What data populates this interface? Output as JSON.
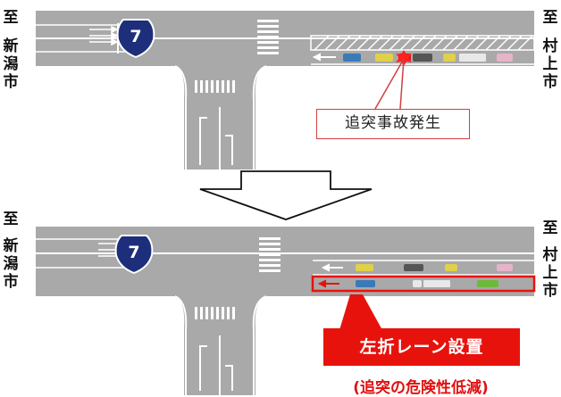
{
  "left_label_top": [
    "至",
    "新",
    "潟",
    "市"
  ],
  "right_label_top": [
    "至",
    "村",
    "上",
    "市"
  ],
  "left_label_bottom": [
    "至",
    "新",
    "潟",
    "市"
  ],
  "right_label_bottom": [
    "至",
    "村",
    "上",
    "市"
  ],
  "route_number": "7",
  "accident_callout": "追突事故発生",
  "left_turn_lane_label": "左折レーン設置",
  "risk_reduction_label": "(追突の危険性低減)",
  "colors": {
    "road": "#a8a8a8",
    "lane_marking": "#ffffff",
    "hatch": "#b8b8b8",
    "shield": "#1d2f7a",
    "accent_red": "#e8120c",
    "callout_border": "#d04040"
  }
}
